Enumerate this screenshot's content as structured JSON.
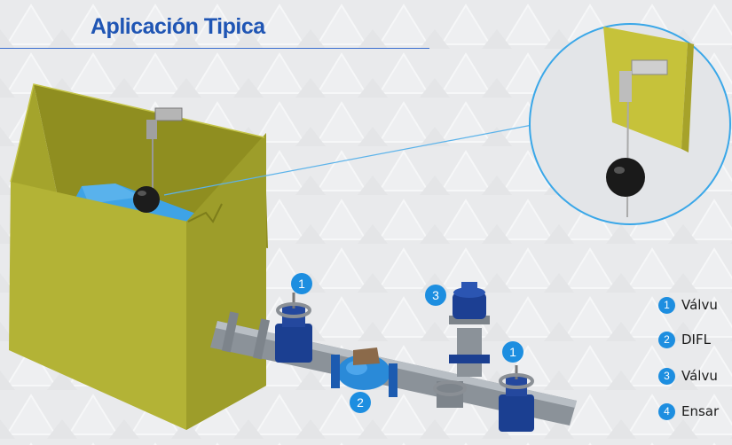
{
  "title": "Aplicación Tipica",
  "badges": {
    "b1": "1",
    "b2": "2",
    "b3": "3",
    "b4": "1"
  },
  "legend": [
    {
      "num": "1",
      "text": "Válvu"
    },
    {
      "num": "2",
      "text": "DIFL"
    },
    {
      "num": "3",
      "text": "Válvu"
    },
    {
      "num": "4",
      "text": "Ensar"
    }
  ],
  "colors": {
    "accent_blue": "#1d8ee0",
    "title_blue": "#1f55b4",
    "tank_olive": "#9a9a24",
    "water_blue": "#3ea3e6"
  }
}
